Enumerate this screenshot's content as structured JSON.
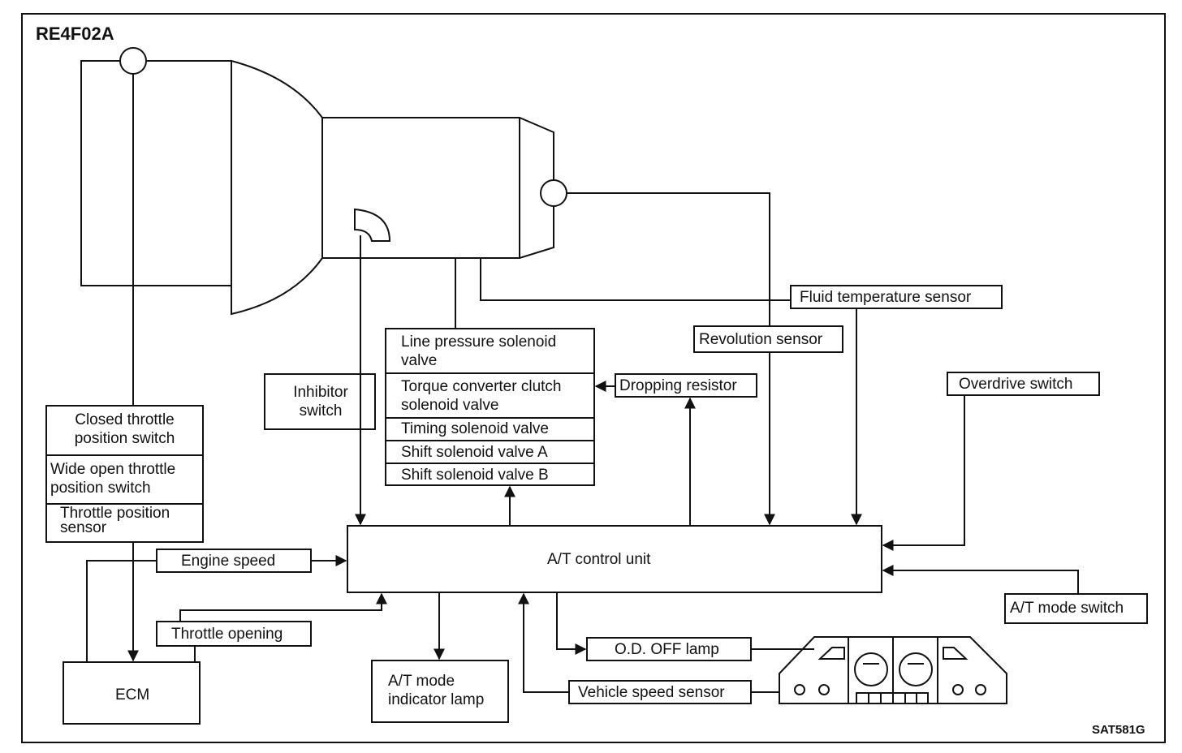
{
  "model": "RE4F02A",
  "figure_code": "SAT581G",
  "control_unit": "A/T control unit",
  "ecm": "ECM",
  "throttle_switches": {
    "closed": "Closed throttle position switch",
    "wide_open": "Wide open throttle position switch",
    "tps": "Throttle position sensor"
  },
  "solenoids": {
    "line_pressure": "Line pressure solenoid valve",
    "torque_converter": "Torque converter clutch solenoid valve",
    "timing": "Timing solenoid valve",
    "shift_a": "Shift solenoid valve A",
    "shift_b": "Shift solenoid valve B"
  },
  "inputs": {
    "inhibitor_switch": "Inhibitor switch",
    "dropping_resistor": "Dropping resistor",
    "fluid_temp_sensor": "Fluid temperature sensor",
    "revolution_sensor": "Revolution sensor",
    "overdrive_switch": "Overdrive switch",
    "at_mode_switch": "A/T mode switch",
    "engine_speed": "Engine speed",
    "throttle_opening": "Throttle opening",
    "vehicle_speed_sensor": "Vehicle speed sensor"
  },
  "outputs": {
    "od_off_lamp": "O.D. OFF lamp",
    "at_mode_indicator": "A/T mode indicator lamp"
  },
  "colors": {
    "line": "#111111",
    "background": "#ffffff"
  }
}
